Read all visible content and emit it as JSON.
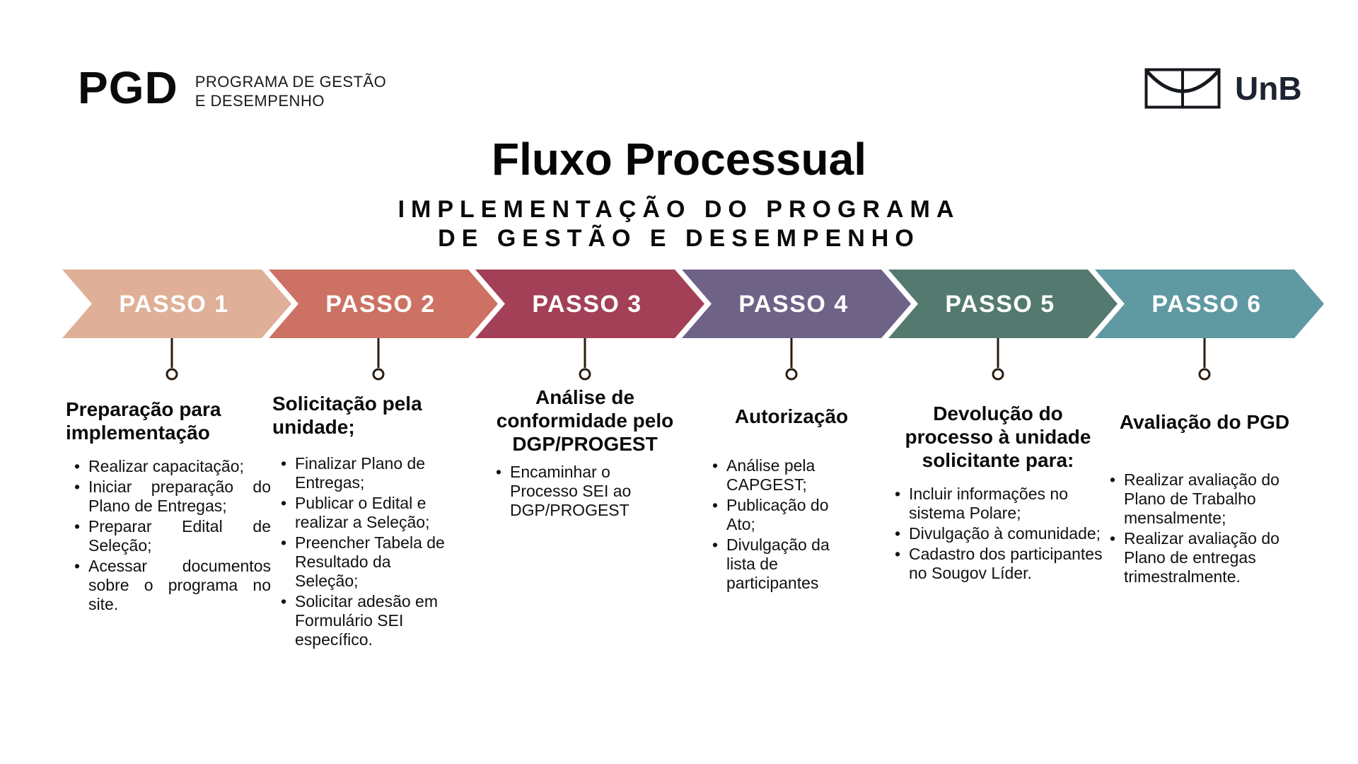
{
  "brand": {
    "abbr": "PGD",
    "name_line1": "PROGRAMA DE GESTÃO",
    "name_line2": "E DESEMPENHO"
  },
  "university": {
    "name": "UnB"
  },
  "page": {
    "title": "Fluxo Processual",
    "subtitle_line1": "IMPLEMENTAÇÃO DO PROGRAMA",
    "subtitle_line2": "DE GESTÃO E DESEMPENHO"
  },
  "connector_color": "#2b1c10",
  "steps": [
    {
      "label": "PASSO 1",
      "color": "#dfaf97",
      "heading": "Preparação para implementação",
      "items": [
        "Realizar capacitação;",
        "Iniciar preparação do Plano de Entregas;",
        "Preparar Edital de Seleção;",
        "Acessar documentos sobre o programa no site."
      ]
    },
    {
      "label": "PASSO 2",
      "color": "#cc7163",
      "heading": "Solicitação pela unidade;",
      "items": [
        "Finalizar Plano de Entregas;",
        "Publicar o Edital e realizar a Seleção;",
        "Preencher Tabela de Resultado da Seleção;",
        "Solicitar adesão em Formulário SEI específico."
      ]
    },
    {
      "label": "PASSO 3",
      "color": "#a34057",
      "heading": "Análise de conformidade pelo DGP/PROGEST",
      "items": [
        "Encaminhar o Processo SEI ao DGP/PROGEST"
      ]
    },
    {
      "label": "PASSO 4",
      "color": "#6f6287",
      "heading": "Autorização",
      "items": [
        "Análise pela CAPGEST;",
        "Publicação do Ato;",
        "Divulgação da lista de participantes"
      ]
    },
    {
      "label": "PASSO 5",
      "color": "#547a70",
      "heading": "Devolução do processo à unidade solicitante para:",
      "items": [
        "Incluir informações no sistema Polare;",
        "Divulgação à comunidade;",
        "Cadastro dos participantes no Sougov Líder."
      ]
    },
    {
      "label": "PASSO 6",
      "color": "#5f99a2",
      "heading": "Avaliação do PGD",
      "items": [
        "Realizar avaliação do Plano de Trabalho mensalmente;",
        "Realizar avaliação do Plano de entregas trimestralmente."
      ]
    }
  ]
}
